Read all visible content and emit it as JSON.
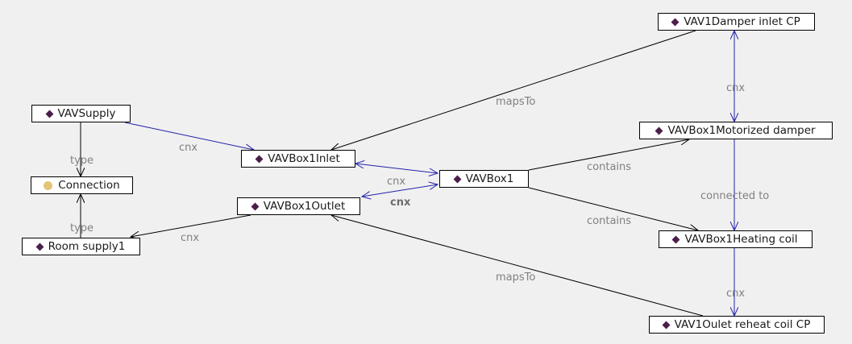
{
  "nodes": {
    "vavsupply": "VAVSupply",
    "connection": "Connection",
    "roomsupply1": "Room supply1",
    "vavbox1inlet": "VAVBox1Inlet",
    "vavbox1outlet": "VAVBox1Outlet",
    "vavbox1": "VAVBox1",
    "vav1damperinletcp": "VAV1Damper inlet CP",
    "vavbox1motorizeddamper": "VAVBox1Motorized damper",
    "vavbox1heatingcoil": "VAVBox1Heating coil",
    "vav1ouletreheatcoilcp": "VAV1Oulet reheat coil CP"
  },
  "edge_labels": {
    "type_top": "type",
    "type_bottom": "type",
    "cnx_supply_inlet": "cnx",
    "cnx_room_outlet": "cnx",
    "cnx_inlet_box": "cnx",
    "cnx_outlet_box": "cnx",
    "mapsto_top": "mapsTo",
    "mapsto_bottom": "mapsTo",
    "contains_top": "contains",
    "contains_bottom": "contains",
    "cnx_damper_cp": "cnx",
    "connected_to": "connected to",
    "cnx_coil_cp": "cnx"
  },
  "icons": {
    "instance": "diamond-icon",
    "class": "circle-icon"
  },
  "colors": {
    "background": "#f0f0f0",
    "node_border": "#000000",
    "instance_icon": "#4b1e4b",
    "class_icon": "#e3c579",
    "edge_blue": "#2222aa",
    "edge_black": "#000000",
    "label_gray": "#808080"
  }
}
